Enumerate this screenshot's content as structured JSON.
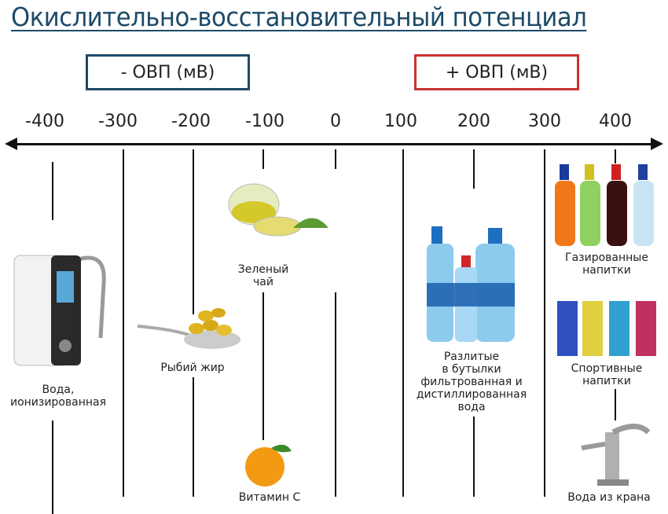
{
  "title": "Окислительно-восстановительный потенциал",
  "negative_box": "- ОВП (мВ)",
  "positive_box": "+ ОВП (мВ)",
  "colors": {
    "title": "#1d4a68",
    "negative": "#1d4a68",
    "positive": "#c83232"
  },
  "ticks": [
    "-400",
    "-300",
    "-200",
    "-100",
    "0",
    "100",
    "200",
    "300",
    "400"
  ],
  "items": [
    {
      "label": "Вода,\nионизированная",
      "icon": "water-ionizer-icon"
    },
    {
      "label": "Рыбий жир",
      "icon": "fish-oil-icon"
    },
    {
      "label": "Зеленый\nчай",
      "icon": "green-tea-icon"
    },
    {
      "label": "Витамин С",
      "icon": "orange-icon"
    },
    {
      "label": "Разлитые\nв бутылки\nфильтрованная и\nдистиллированная\nвода",
      "icon": "bottled-water-icon"
    },
    {
      "label": "Газированные\nнапитки",
      "icon": "soda-bottles-icon"
    },
    {
      "label": "Спортивные\nнапитки",
      "icon": "sports-drinks-icon"
    },
    {
      "label": "Вода из крана",
      "icon": "faucet-icon"
    }
  ]
}
